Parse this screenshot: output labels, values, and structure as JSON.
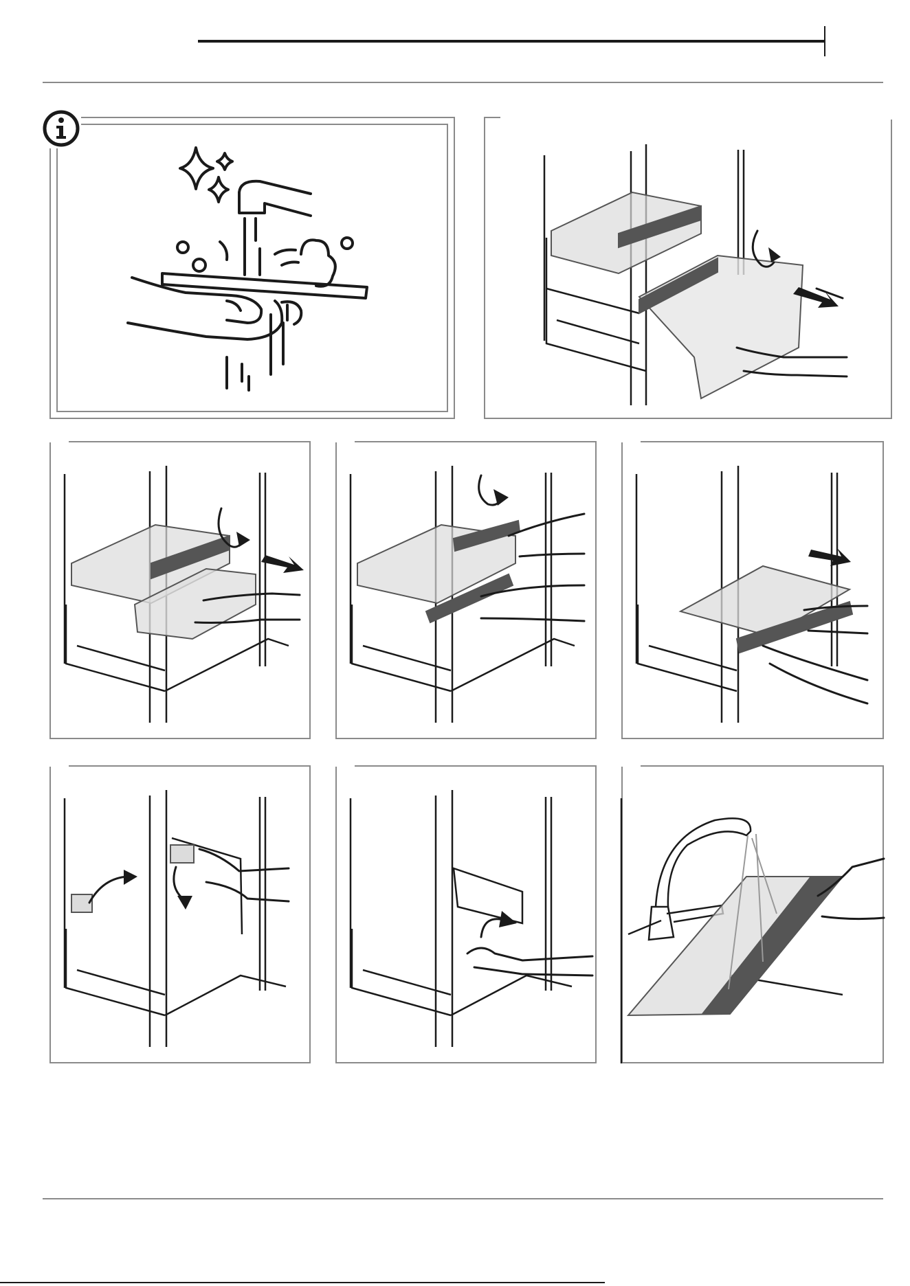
{
  "page": {
    "background": "#ffffff",
    "line_color": "#8a8a8a",
    "ink_color": "#1a1a1a",
    "part_color": "#555555",
    "glass_color": "#dcdcdc"
  },
  "icons": {
    "info": "info-icon",
    "rotate_arrow": "curved-arrow-icon",
    "pull_arrow": "arrow-right-icon"
  },
  "panels": [
    {
      "id": "info-panel",
      "icon": "info-icon",
      "scene": "washing-shelf-under-faucet"
    },
    {
      "id": "step-1",
      "scene": "pull-out-drawer"
    },
    {
      "id": "step-2",
      "scene": "remove-upper-basket"
    },
    {
      "id": "step-3",
      "scene": "lift-cover"
    },
    {
      "id": "step-4",
      "scene": "slide-out-cover"
    },
    {
      "id": "step-5",
      "scene": "remove-side-clips"
    },
    {
      "id": "step-6",
      "scene": "remove-rail"
    },
    {
      "id": "step-7",
      "scene": "wash-glass-cover"
    }
  ]
}
